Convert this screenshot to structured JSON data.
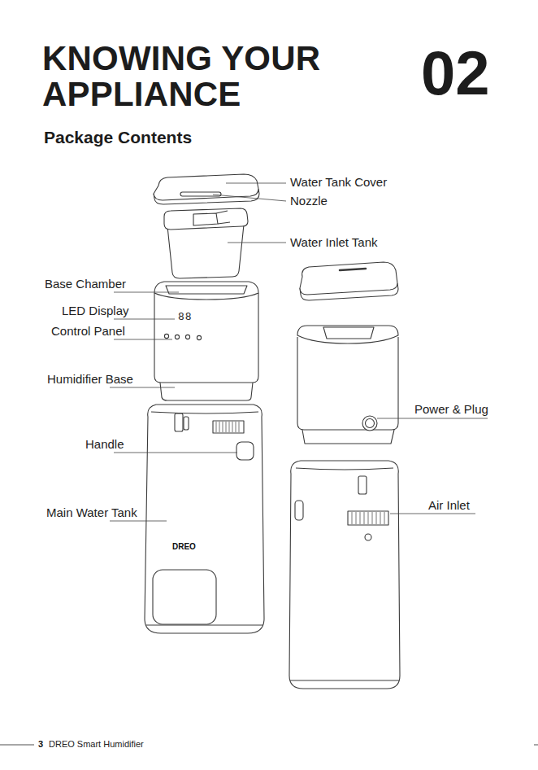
{
  "diagram": {
    "title": "KNOWING YOUR APPLIANCE",
    "labels": [
      "02",
      "Package Contents",
      "Water Tank Cover",
      "Nozzle",
      "Water Inlet Tank",
      "Base Chamber",
      "LED Display",
      "Control Panel",
      "Humidifier Base",
      "Handle",
      "Main Water Tank",
      "Power & Plug",
      "Air Inlet",
      "88",
      "DREO",
      "3",
      "DREO Smart Humidifier"
    ]
  }
}
